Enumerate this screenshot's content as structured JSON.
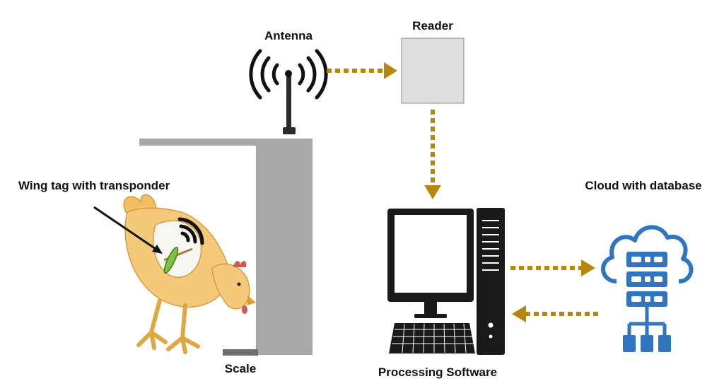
{
  "labels": {
    "antenna": "Antenna",
    "reader": "Reader",
    "wing_tag": "Wing tag with transponder",
    "cloud": "Cloud with database",
    "scale": "Scale",
    "processing": "Processing Software"
  },
  "colors": {
    "arrow": "#b8860b",
    "frame": "#a8a8a8",
    "reader_fill": "#dedede",
    "chicken": "#f5c97a",
    "tag": "#7dc243",
    "cloud_icon": "#2f75bf",
    "monitor": "#1a1a1a"
  },
  "icons": {
    "antenna": "antenna-signal-icon",
    "cloud": "cloud-server-icon",
    "computer": "desktop-computer-icon",
    "chicken": "chicken-icon"
  }
}
